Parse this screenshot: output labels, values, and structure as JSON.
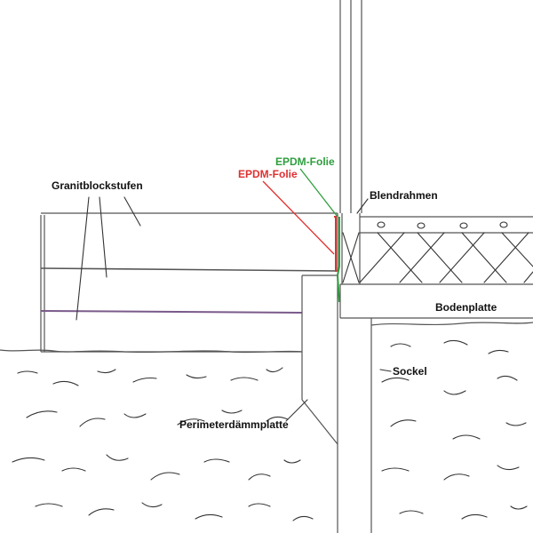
{
  "labels": {
    "steps": "Granitblockstufen",
    "foil_green": "EPDM-Folie",
    "foil_red": "EPDM-Folie",
    "frame": "Blendrahmen",
    "slab": "Bodenplatte",
    "base": "Sockel",
    "insulation": "Perimeterdämmplatte"
  },
  "colors": {
    "foil_green": "#2e9e3e",
    "foil_red": "#e03030",
    "lines": "#555555",
    "text": "#111111"
  }
}
